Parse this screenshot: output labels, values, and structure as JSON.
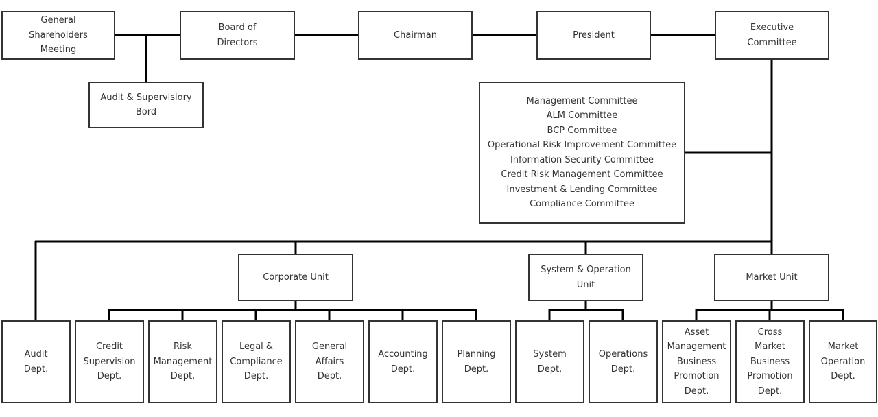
{
  "org_chart": {
    "general_shareholders_meeting": "General\nShareholders\nMeeting",
    "board_of_directors": "Board of\nDirectors",
    "chairman": "Chairman",
    "president": "President",
    "executive_committee": "Executive\nCommittee",
    "audit_supervisory_board": "Audit & Supervisiory\nBord",
    "committees": [
      "Management Committee",
      "ALM Committee",
      "BCP Committee",
      "Operational Risk Improvement Committee",
      "Information Security Committee",
      "Credit Risk Management Committee",
      "Investment & Lending Committee",
      "Compliance Committee"
    ],
    "units": {
      "corporate": "Corporate Unit",
      "system_operation": "System & Operation\nUnit",
      "market": "Market Unit"
    },
    "audit_dept": "Audit\nDept.",
    "corporate_depts": [
      "Credit\nSupervision\nDept.",
      "Risk\nManagement\nDept.",
      "Legal &\nCompliance\nDept.",
      "General\nAffairs\nDept.",
      "Accounting\nDept.",
      "Planning\nDept."
    ],
    "system_depts": [
      "System\nDept.",
      "Operations\nDept."
    ],
    "market_depts": [
      "Asset\nManagement\nBusiness\nPromotion\nDept.",
      "Cross\nMarket\nBusiness\nPromotion\nDept.",
      "Market\nOperation\nDept."
    ],
    "colors": {
      "line": "#000000",
      "border": "#333333",
      "text": "#333333",
      "background": "#ffffff"
    }
  }
}
